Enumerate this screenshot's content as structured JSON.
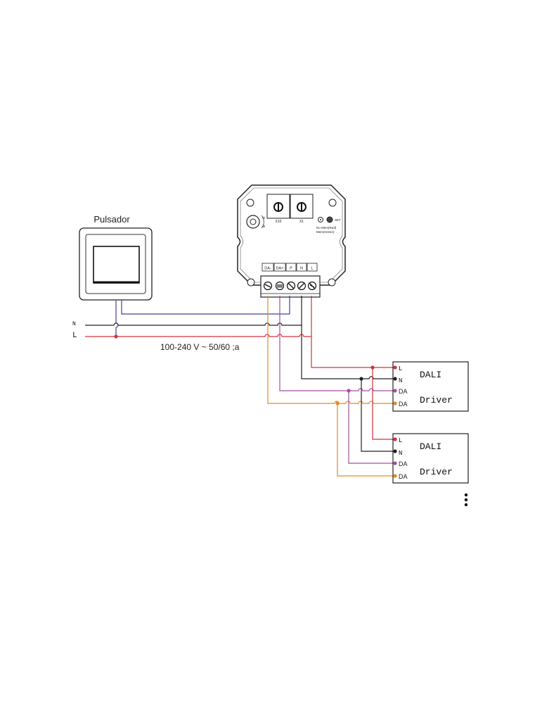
{
  "switch": {
    "label": "Pulsador"
  },
  "mains": {
    "n_label": "N",
    "l_label": "L",
    "voltage": "100-240 V ~ 50/60 ;a"
  },
  "controller": {
    "dial_x10_label": "X10",
    "dial_x1_label": "X1",
    "set_label": "SET",
    "status_line1": "No Mem(Red)",
    "status_line2": "Mem(Green)",
    "terminals": [
      "DA-",
      "DA+",
      "P",
      "N",
      "L"
    ]
  },
  "drivers": [
    {
      "title1": "DALI",
      "title2": "Driver",
      "pins": [
        "L",
        "N",
        "DA",
        "DA"
      ]
    },
    {
      "title1": "DALI",
      "title2": "Driver",
      "pins": [
        "L",
        "N",
        "DA",
        "DA"
      ]
    }
  ],
  "colors": {
    "live": "#d3303d",
    "neutral": "#222222",
    "switch_wire": "#4a3f9a",
    "da_minus": "#e08a2a",
    "da_plus": "#a24fa0"
  }
}
